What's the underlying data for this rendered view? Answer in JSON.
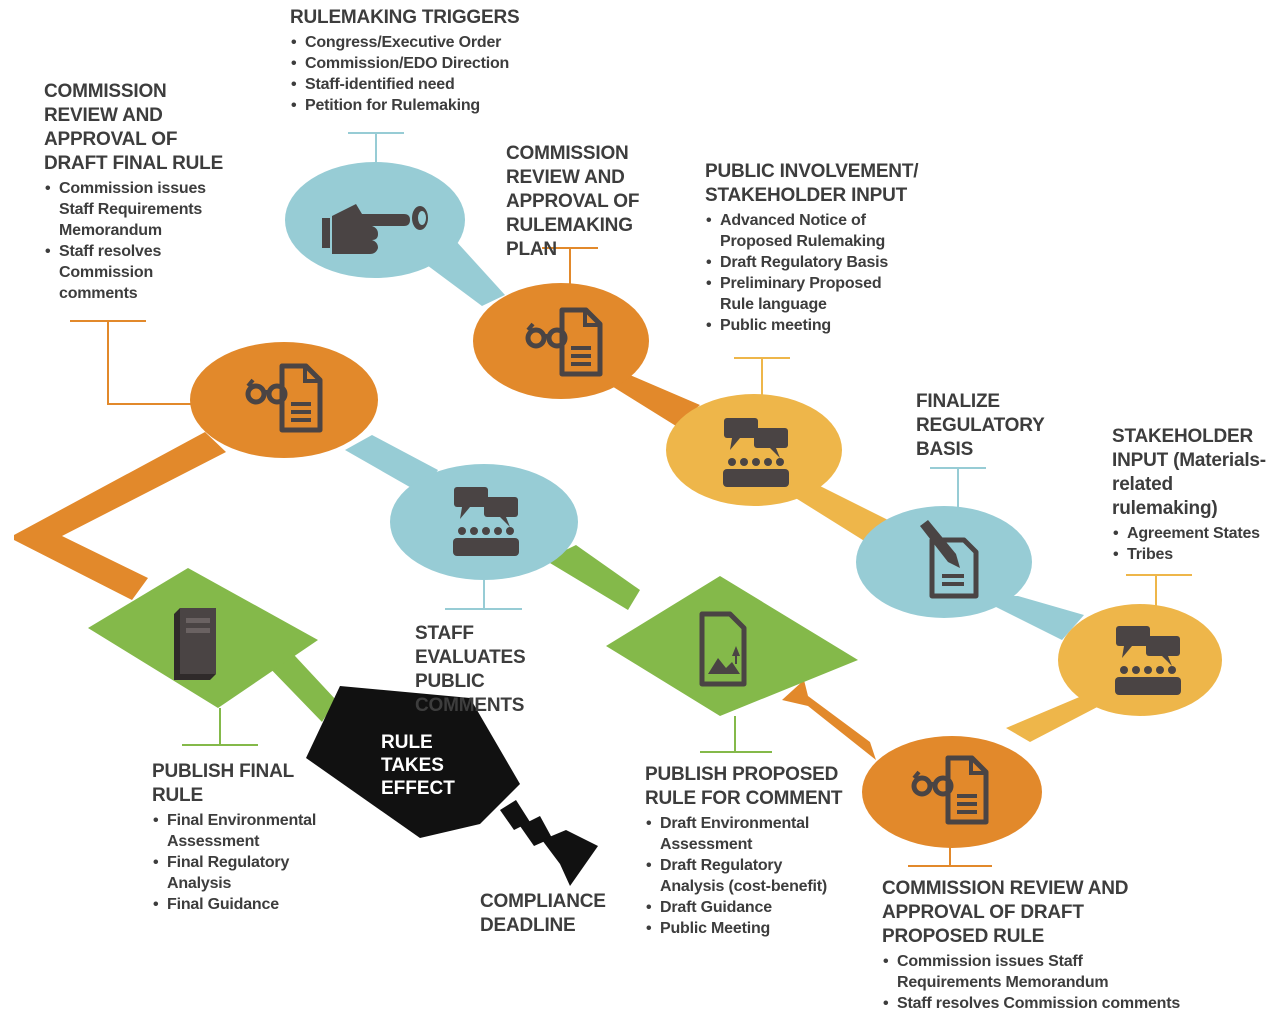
{
  "colors": {
    "orange": "#e2892b",
    "teal": "#97ccd5",
    "yellow": "#eeb64a",
    "green": "#84b94a",
    "black": "#111111",
    "icon": "#4a4444"
  },
  "steps": {
    "triggers": {
      "title": "RULEMAKING TRIGGERS",
      "items": [
        "Congress/Executive Order",
        "Commission/EDO Direction",
        "Staff-identified need",
        "Petition for Rulemaking"
      ],
      "icon": "pointing-hand-icon"
    },
    "plan_approval": {
      "title": "COMMISSION REVIEW AND APPROVAL OF RULEMAKING PLAN",
      "icon": "glasses-document-icon"
    },
    "public_involvement": {
      "title": "PUBLIC INVOLVEMENT/ STAKEHOLDER INPUT",
      "items": [
        "Advanced Notice of Proposed Rulemaking",
        "Draft Regulatory Basis",
        "Preliminary Proposed Rule language",
        "Public meeting"
      ],
      "icon": "meeting-icon"
    },
    "finalize_basis": {
      "title": "FINALIZE REGULATORY BASIS",
      "icon": "pen-document-icon"
    },
    "stakeholder_input": {
      "title": "STAKEHOLDER INPUT (Materials-related rulemaking)",
      "items": [
        "Agreement States",
        "Tribes"
      ],
      "icon": "meeting-icon"
    },
    "proposed_rule_approval": {
      "title": "COMMISSION REVIEW AND APPROVAL OF DRAFT PROPOSED RULE",
      "items": [
        "Commission issues Staff Requirements Memorandum",
        "Staff resolves Commission comments"
      ],
      "icon": "glasses-document-icon"
    },
    "publish_proposed": {
      "title": "PUBLISH PROPOSED RULE FOR COMMENT",
      "items": [
        "Draft Environmental Assessment",
        "Draft Regulatory Analysis (cost-benefit)",
        "Draft Guidance",
        "Public Meeting"
      ],
      "icon": "image-document-icon"
    },
    "evaluate_comments": {
      "title": "STAFF EVALUATES PUBLIC COMMENTS",
      "icon": "meeting-icon"
    },
    "final_rule_approval": {
      "title": "COMMISSION REVIEW AND APPROVAL OF DRAFT FINAL RULE",
      "items": [
        "Commission issues Staff Requirements Memorandum",
        "Staff resolves Commission comments"
      ],
      "icon": "glasses-document-icon"
    },
    "publish_final": {
      "title": "PUBLISH FINAL RULE",
      "items": [
        "Final Environmental Assessment",
        "Final Regulatory Analysis",
        "Final Guidance"
      ],
      "icon": "book-icon"
    },
    "rule_takes_effect": {
      "title": "RULE TAKES EFFECT"
    },
    "compliance": {
      "title": "COMPLIANCE DEADLINE"
    }
  }
}
